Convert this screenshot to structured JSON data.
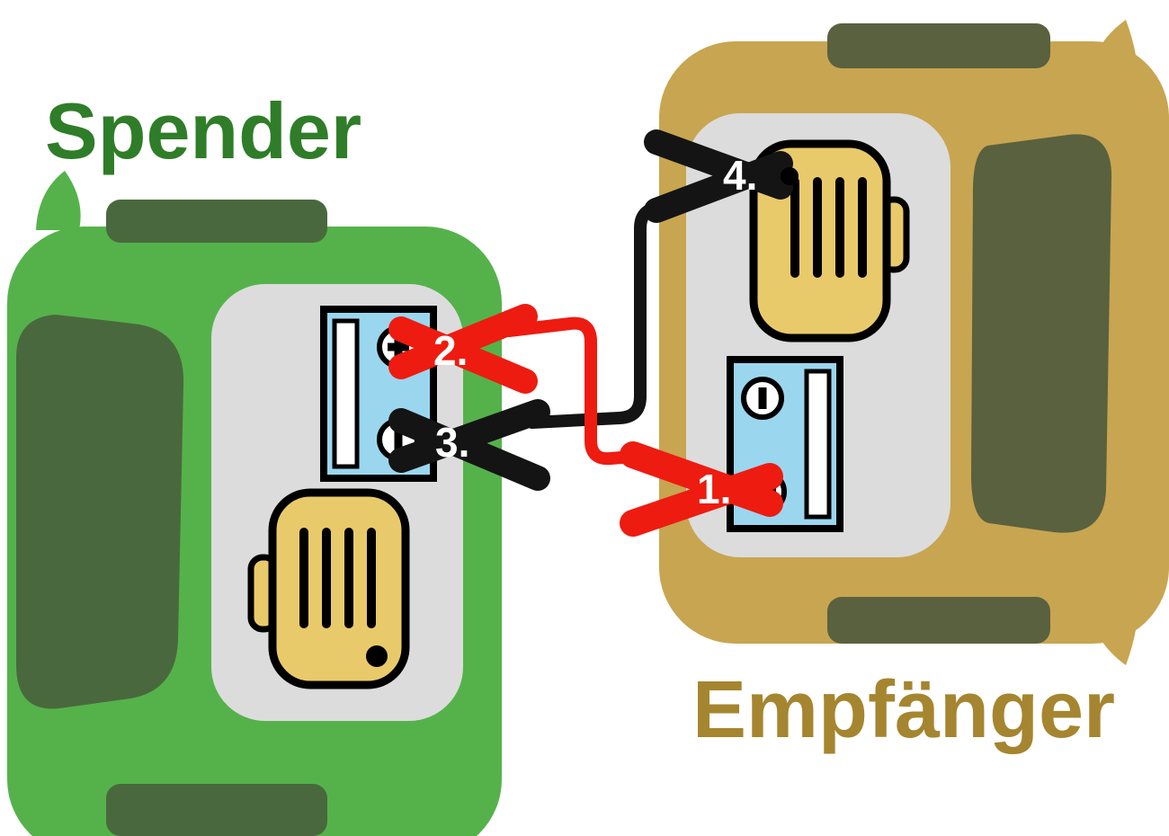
{
  "diagram": {
    "donor": {
      "label": "Spender"
    },
    "receiver": {
      "label": "Empfänger"
    },
    "steps": [
      {
        "label": "1.",
        "cable": "red"
      },
      {
        "label": "2.",
        "cable": "red"
      },
      {
        "label": "3.",
        "cable": "black"
      },
      {
        "label": "4.",
        "cable": "black"
      }
    ]
  },
  "colors": {
    "donor_body": "#55b24b",
    "donor_dark": "#4a683d",
    "donor_title": "#2f7d28",
    "receiver_body": "#c8a550",
    "receiver_dark": "#59613f",
    "receiver_title": "#a5852f",
    "engine_bay": "#dcdcdc",
    "battery": "#9bd6ef",
    "battery_stripe": "#ffffff",
    "engine": "#e9ca6b",
    "cable_red": "#ee1b10",
    "cable_black": "#141414",
    "outline": "#000000",
    "step_label": "#ffffff"
  }
}
